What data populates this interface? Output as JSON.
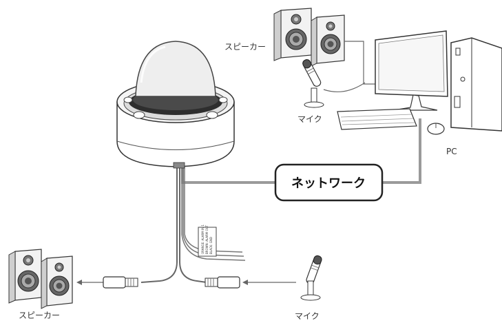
{
  "labels": {
    "speaker_top": "スピーカー",
    "mic_top": "マイク",
    "pc": "PC",
    "network": "ネットワーク",
    "speaker_bottom": "スピーカー",
    "mic_bottom": "マイク"
  },
  "cable_tag_lines": [
    "ORANGE: ALARM IN 1",
    "BROWN: ALARM OUT",
    "BLACK: GND"
  ],
  "colors": {
    "line": "#555555",
    "cable": "#9a9a9a",
    "network_border": "#222222",
    "device_dark": "#333333",
    "device_light": "#e6e6e6"
  }
}
